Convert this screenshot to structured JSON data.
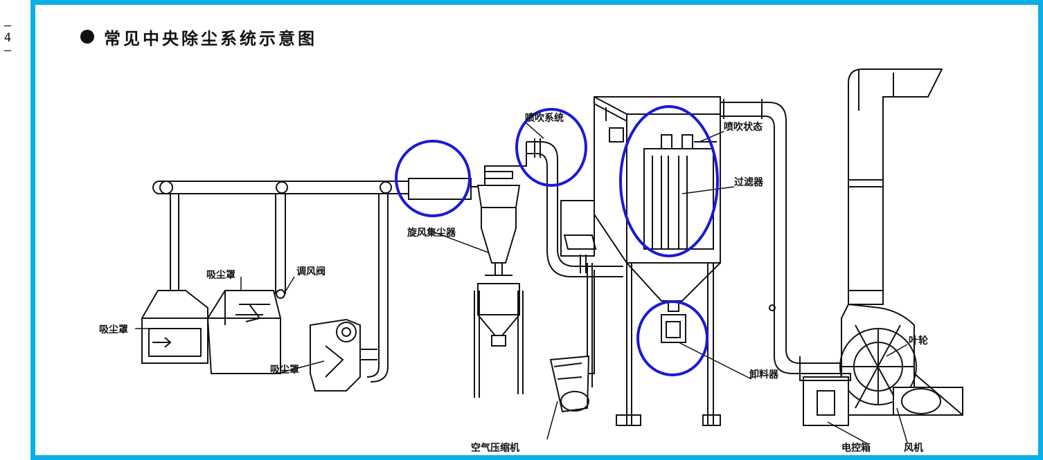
{
  "page_mark": "—4—",
  "title": "常见中央除尘系统示意图",
  "colors": {
    "frame": "#0aaee8",
    "highlight": "#1a1ad6",
    "line": "#111111"
  },
  "labels": {
    "hood_left": "吸尘罩",
    "hood_mid": "吸尘罩",
    "hood_right": "吸尘罩",
    "damper": "调风阀",
    "cyclone": "旋风集尘器",
    "pulse_system": "喷吹系统",
    "pulse_device": "喷吹状态",
    "filter": "过滤器",
    "discharger": "卸料器",
    "compressor": "空气压缩机",
    "impeller": "叶轮",
    "control_box": "电控箱",
    "fan": "风机"
  }
}
